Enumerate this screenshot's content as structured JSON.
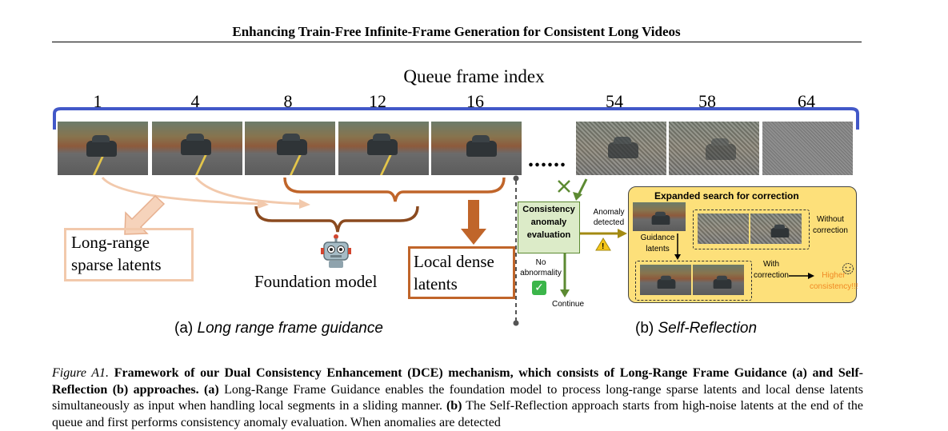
{
  "running_head": "Enhancing Train-Free Infinite-Frame Generation for Consistent Long Videos",
  "queue": {
    "title": "Queue frame index",
    "indices": [
      "1",
      "4",
      "8",
      "12",
      "16",
      "54",
      "58",
      "64"
    ],
    "ellipsis": "......"
  },
  "panel_a": {
    "longrange_label": "Long-range sparse latents",
    "localdense_label": "Local dense latents",
    "foundation_label": "Foundation model",
    "robot_icon": "robot-emoji",
    "caption_prefix": "(a) ",
    "caption_title": "Long range frame guidance"
  },
  "panel_b": {
    "evaluation_box": "Consistency anomaly evaluation",
    "anomaly_detected": "Anomaly detected",
    "no_abnormality": "No abnormality",
    "continue": "Continue",
    "search_title": "Expanded search for correction",
    "guidance_latents": "Guidance latents",
    "without_correction": "Without correction",
    "with_correction": "With correction",
    "higher_consistency": "Higher consistency!!!",
    "caption_prefix": "(b) ",
    "caption_title": "Self-Reflection",
    "accent_orange": "#f08a24",
    "accent_green": "#5c8a32",
    "panel_yellow": "#fde07a"
  },
  "caption": {
    "label": "Figure A1.",
    "bold_text": "Framework of our Dual Consistency Enhancement (DCE) mechanism, which consists of Long-Range Frame Guidance (a) and Self-Reflection (b) approaches.",
    "a_marker": "(a)",
    "a_text": "Long-Range Frame Guidance enables the foundation model to process long-range sparse latents and local dense latents simultaneously as input when handling local segments in a sliding manner.",
    "b_marker": "(b)",
    "b_text": "The Self-Reflection approach starts from high-noise latents at the end of the queue and first performs consistency anomaly evaluation. When anomalies are detected"
  },
  "colors": {
    "bracket_blue": "#4258c8",
    "light_peach": "#f2c9ac",
    "dark_orange": "#c0652a",
    "mid_brown": "#a9562a"
  }
}
